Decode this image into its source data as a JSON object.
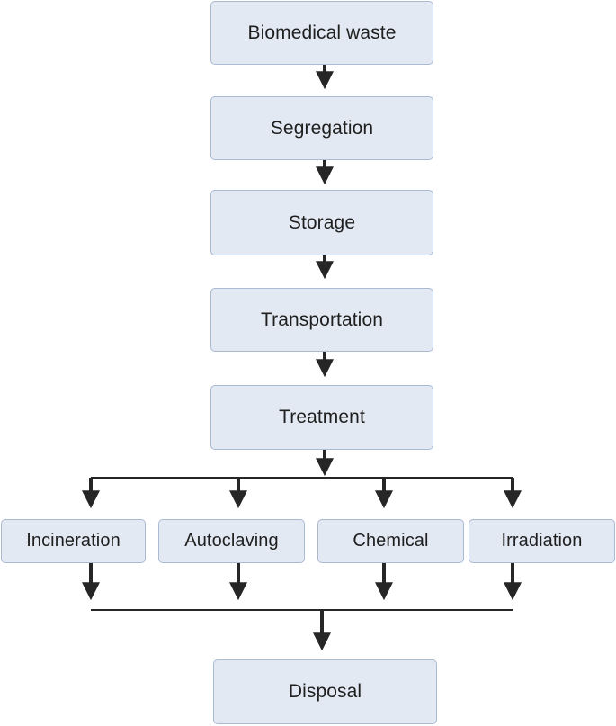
{
  "flow": {
    "steps": [
      "Biomedical waste",
      "Segregation",
      "Storage",
      "Transportation",
      "Treatment"
    ],
    "treatments": [
      "Incineration",
      "Autoclaving",
      "Chemical",
      "Irradiation"
    ],
    "final": "Disposal"
  },
  "colors": {
    "box_fill": "#e3e9f3",
    "box_border": "#a9bad3",
    "arrow": "#262626",
    "text": "#1f1f1f"
  }
}
